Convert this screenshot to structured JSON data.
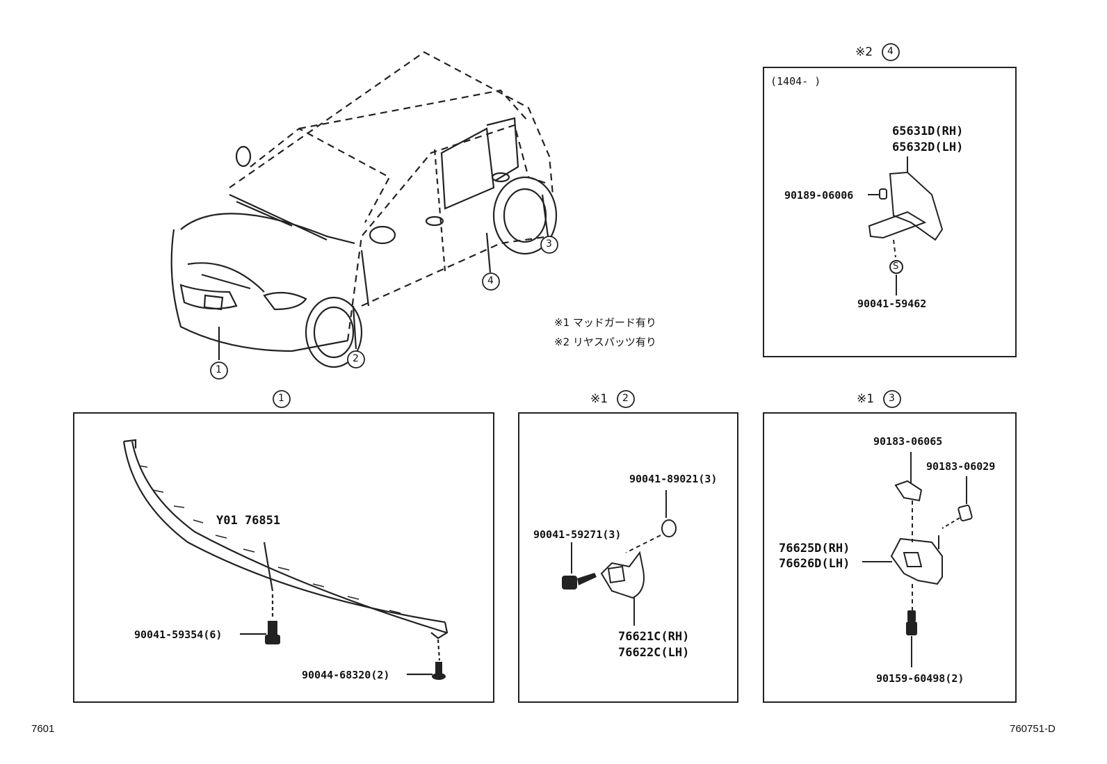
{
  "callouts": {
    "c1": "1",
    "c2": "2",
    "c3": "3",
    "c4": "4"
  },
  "notes": {
    "n1": "※1 マッドガード有り",
    "n2": "※2 リヤスパッツ有り"
  },
  "panel_titles": {
    "p4_mark": "※2",
    "p4_num": "4",
    "p1_num": "1",
    "p2_mark": "※1",
    "p2_num": "2",
    "p3_mark": "※1",
    "p3_num": "3"
  },
  "panel4": {
    "date_range": "(1404-      )",
    "part_rh": "65631D(RH)",
    "part_lh": "65632D(LH)",
    "clip": "90189-06006",
    "screw_mark": "S",
    "screw": "90041-59462"
  },
  "panel1": {
    "main_part": "Y01 76851",
    "screw": "90041-59354(6)",
    "nut": "90044-68320(2)"
  },
  "panel2": {
    "clip": "90041-89021(3)",
    "screw": "90041-59271(3)",
    "part_rh": "76621C(RH)",
    "part_lh": "76622C(LH)"
  },
  "panel3": {
    "clip_a": "90183-06065",
    "clip_b": "90183-06029",
    "part_rh": "76625D(RH)",
    "part_lh": "76626D(LH)",
    "screw": "90159-60498(2)"
  },
  "footer": {
    "left_code": "7601",
    "right_code": "760751-D"
  }
}
